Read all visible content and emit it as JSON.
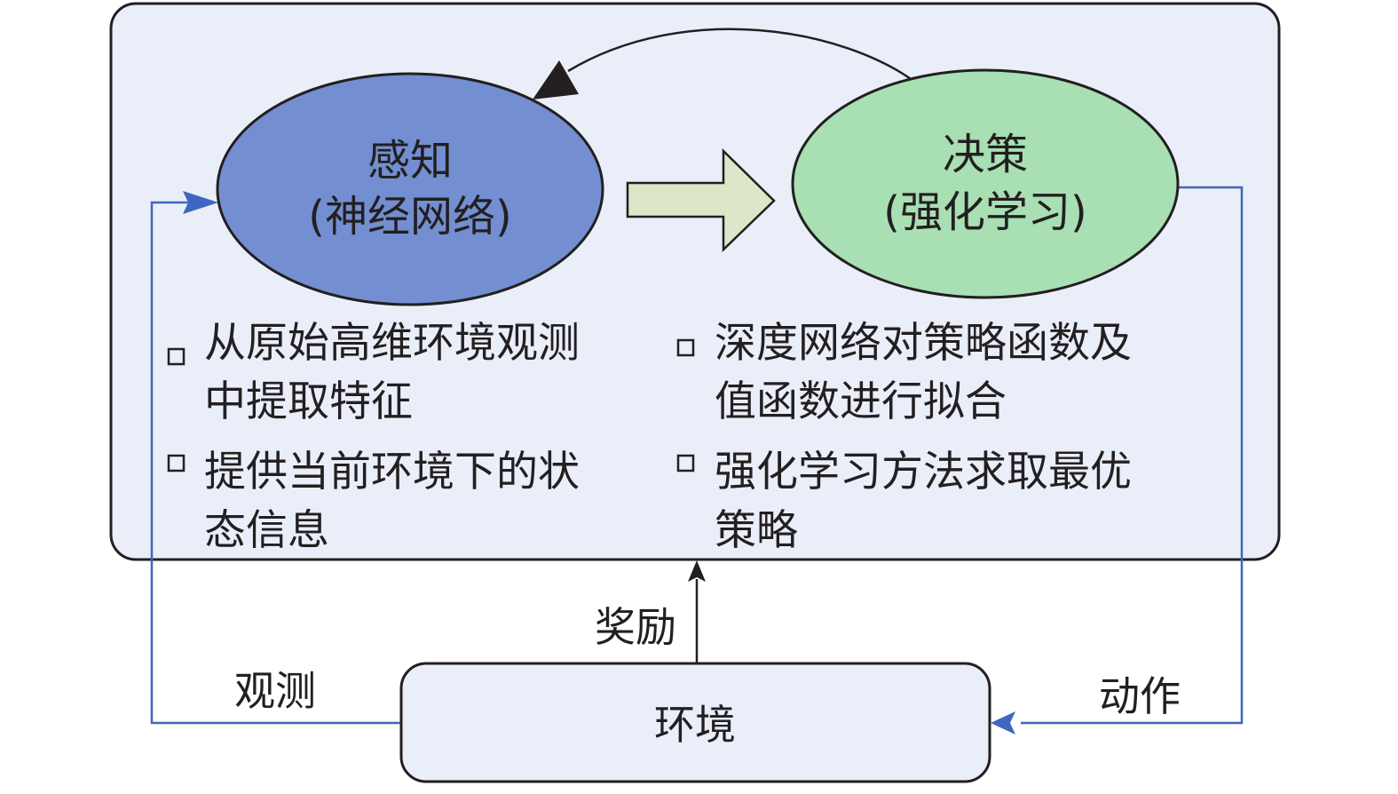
{
  "colors": {
    "outer_box_fill": "#eaeef8",
    "perception_fill": "#738fd1",
    "decision_fill": "#a8dfb3",
    "big_arrow_fill": "#dde6c8",
    "env_fill": "#eaeef8",
    "blue_connector": "#3f66c0",
    "black": "#231f20"
  },
  "perception": {
    "title": "感知",
    "subtitle": "(神经网络)",
    "bullets": [
      [
        "从原始高维环境观测",
        "中提取特征"
      ],
      [
        "提供当前环境下的状",
        "态信息"
      ]
    ]
  },
  "decision": {
    "title": "决策",
    "subtitle": "(强化学习)",
    "bullets": [
      [
        "深度网络对策略函数及",
        "值函数进行拟合"
      ],
      [
        "强化学习方法求取最优",
        "策略"
      ]
    ]
  },
  "environment": {
    "label": "环境"
  },
  "edges": {
    "reward": "奖励",
    "observation": "观测",
    "action": "动作"
  }
}
